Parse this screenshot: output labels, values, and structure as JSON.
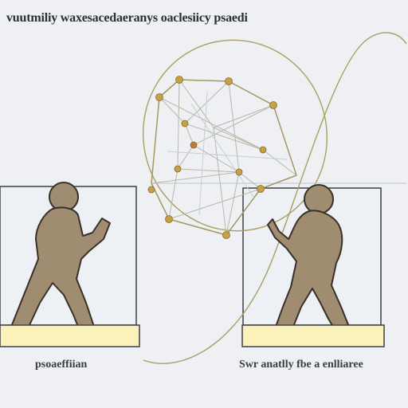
{
  "title": "vuutmiliy waxesacedaeranys oaclesiicy psaedi",
  "captions": {
    "left": "psoaeffiian",
    "right": "Swr anatlly  fbe  a  enlliaree"
  },
  "colors": {
    "background": "#eef0f4",
    "figure": "#a08c70",
    "figure_outline": "#3a3128",
    "platform": "#faf2b8",
    "node": "#c8a04a",
    "curve": "#a8a060",
    "panel_border": "#3c3f46"
  }
}
